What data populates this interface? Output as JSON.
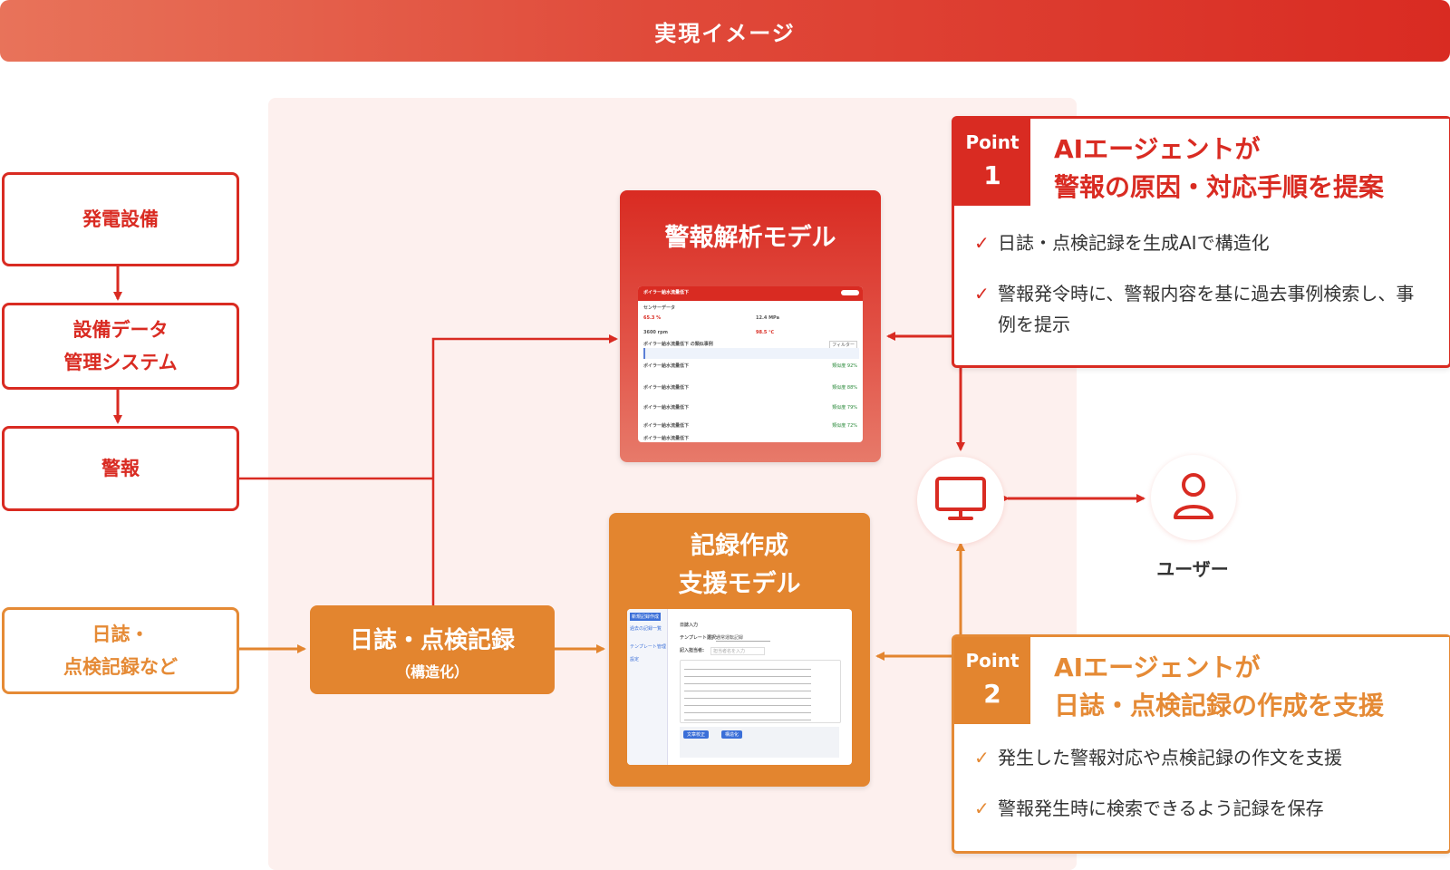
{
  "header": {
    "title": "実現イメージ"
  },
  "sources": {
    "equipment": "発電設備",
    "data_mgmt_line1": "設備データ",
    "data_mgmt_line2": "管理システム",
    "alarm": "警報",
    "logs_line1": "日誌・",
    "logs_line2": "点検記録など"
  },
  "structured": {
    "title": "日誌・点検記録",
    "subtitle": "（構造化）"
  },
  "models": {
    "alarm_model": "警報解析モデル",
    "record_model_line1": "記録作成",
    "record_model_line2": "支援モデル"
  },
  "user": {
    "label": "ユーザー"
  },
  "points": [
    {
      "label": "Point",
      "number": "1",
      "headline_line1": "AIエージェントが",
      "headline_line2": "警報の原因・対応手順を提案",
      "bullets": [
        "日誌・点検記録を生成AIで構造化",
        "警報発令時に、警報内容を基に過去事例検索し、事例を提示"
      ]
    },
    {
      "label": "Point",
      "number": "2",
      "headline_line1": "AIエージェントが",
      "headline_line2": "日誌・点検記録の作成を支援",
      "bullets": [
        "発生した警報対応や点検記録の作文を支援",
        "警報発生時に検索できるよう記録を保存"
      ]
    }
  ],
  "screens": {
    "alarm_screen": {
      "header": "ボイラー給水流量低下",
      "sensor_section": "センサーデータ",
      "values": [
        "65.3 %",
        "12.4 MPa",
        "3600 rpm",
        "98.5 ℃"
      ],
      "similar_section": "ボイラー給水流量低下 の類似事例",
      "filter": "フィルター",
      "cases": [
        "ボイラー給水流量低下",
        "ボイラー給水流量低下",
        "ボイラー給水流量低下",
        "ボイラー給水流量低下",
        "ボイラー給水流量低下"
      ],
      "badges": [
        "類似度 92%",
        "類似度 88%",
        "類似度 79%",
        "類似度 72%"
      ]
    },
    "record_screen": {
      "nav": [
        "新規記録作成",
        "過去の記録一覧",
        "テンプレート管理",
        "設定"
      ],
      "input_title": "日誌入力",
      "template_label": "テンプレート選択:",
      "template_value": "通常運転記録",
      "author_label": "記入担当者:",
      "author_placeholder": "担当者名を入力",
      "buttons": [
        "文章校正",
        "構造化"
      ]
    }
  },
  "colors": {
    "red": "#d92b22",
    "orange": "#e3852f",
    "panel_bg": "#fdf0ee"
  },
  "icons": [
    "monitor-icon",
    "user-icon",
    "check-icon"
  ]
}
